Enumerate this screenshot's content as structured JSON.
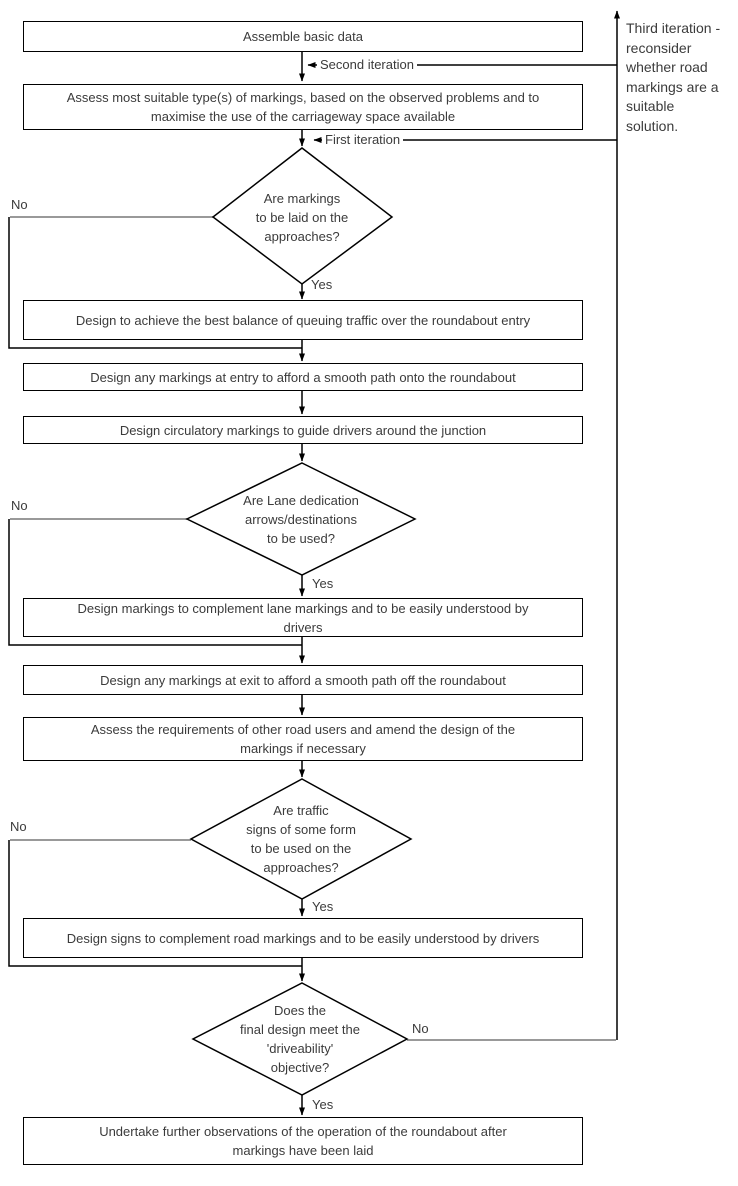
{
  "diagram": {
    "title_semantic": "Road markings design process flowchart",
    "boxes": {
      "assemble": {
        "text": "Assemble basic data"
      },
      "assess_types": {
        "text": "Assess most suitable type(s) of markings, based on the observed problems and to\nmaximise the use of the carriageway space available"
      },
      "design_balance": {
        "text": "Design to achieve the best balance of queuing traffic over the roundabout entry"
      },
      "design_entry": {
        "text": "Design any markings at entry to afford a smooth path onto the roundabout"
      },
      "design_circulatory": {
        "text": "Design circulatory markings to guide drivers around the junction"
      },
      "design_lane": {
        "text": "Design markings to complement lane markings and to be easily understood by\ndrivers"
      },
      "design_exit": {
        "text": "Design any markings at exit to afford a smooth path off the roundabout"
      },
      "assess_other_users": {
        "text": "Assess the requirements of other road users and amend the design of the\nmarkings if necessary"
      },
      "design_signs": {
        "text": "Design signs to complement road markings and to be easily understood by drivers"
      },
      "undertake_observations": {
        "text": "Undertake further observations of the operation of the roundabout after\nmarkings have been laid"
      }
    },
    "decisions": {
      "markings_on_approaches": {
        "text": "Are markings\nto be laid on the\napproaches?"
      },
      "lane_dedication": {
        "text": "Are Lane dedication\narrows/destinations\nto be used?"
      },
      "traffic_signs": {
        "text": "Are traffic\nsigns of some form\nto be used on the\napproaches?"
      },
      "driveability": {
        "text": "Does the\nfinal design meet the\n'driveability'\nobjective?"
      }
    },
    "labels": {
      "second_iteration": "Second iteration",
      "first_iteration": "First iteration",
      "yes": "Yes",
      "no": "No",
      "third_iteration_note": "Third iteration -\nreconsider\nwhether road\nmarkings are a\nsuitable\nsolution."
    },
    "colors": {
      "line": "#000000",
      "muted_line": "#999999",
      "text": "#3b3b3b",
      "background": "#ffffff"
    }
  }
}
